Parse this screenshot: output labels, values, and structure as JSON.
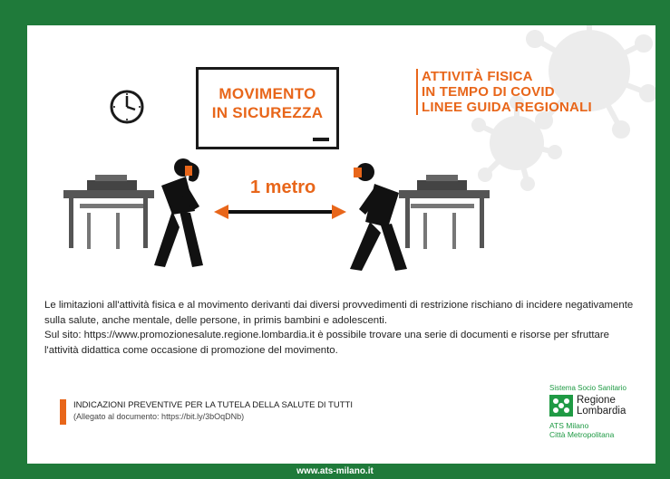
{
  "poster": {
    "board_title_line1": "MOVIMENTO",
    "board_title_line2": "IN SICUREZZA",
    "headline": [
      "ATTIVITÀ FISICA",
      "IN TEMPO DI COVID",
      "LINEE GUIDA REGIONALI"
    ],
    "distance_label": "1 metro",
    "body": [
      "Le limitazioni all'attività fisica e al movimento derivanti dai diversi provvedimenti di restrizione rischiano di incidere negativamente sulla salute, anche mentale, delle persone, in primis bambini e adolescenti.",
      "Sul sito: https://www.promozionesalute.regione.lombardia.it è possibile trovare una serie di documenti e risorse per sfruttare l'attività didattica come occasione di promozione del movimento."
    ],
    "note_title": "INDICAZIONI PREVENTIVE PER LA TUTELA DELLA SALUTE DI TUTTI",
    "note_sub": "(Allegato al documento: https://bit.ly/3bOqDNb)",
    "logo_top": "Sistema Socio Sanitario",
    "logo_region_1": "Regione",
    "logo_region_2": "Lombardia",
    "logo_ats_1": "ATS Milano",
    "logo_ats_2": "Città Metropolitana",
    "footer_url": "www.ats-milano.it"
  },
  "colors": {
    "frame": "#1f7a3a",
    "accent": "#e8661a",
    "ink": "#1a1a1a",
    "logo_green": "#1f9a44"
  },
  "icons": [
    "clock-icon",
    "double-arrow-icon",
    "virus-icon",
    "regione-lombardia-logo"
  ]
}
